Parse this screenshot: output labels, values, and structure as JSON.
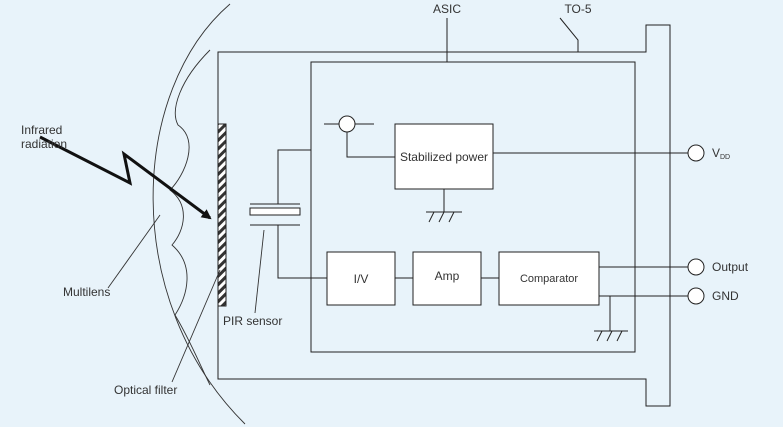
{
  "diagram": {
    "labels": {
      "asic": "ASIC",
      "to5": "TO-5",
      "infrared_line1": "Infrared",
      "infrared_line2": "radiation",
      "multilens": "Multilens",
      "optical_filter": "Optical filter",
      "pir_sensor": "PIR sensor"
    },
    "blocks": {
      "stabilized_power": "Stabilized power",
      "iv": "I/V",
      "amp": "Amp",
      "comparator": "Comparator"
    },
    "terminals": {
      "vdd_main": "V",
      "vdd_sub": "DD",
      "output": "Output",
      "gnd": "GND"
    },
    "colors": {
      "background": "#e8f3fa",
      "line": "#222222",
      "block_fill": "#ffffff"
    }
  }
}
